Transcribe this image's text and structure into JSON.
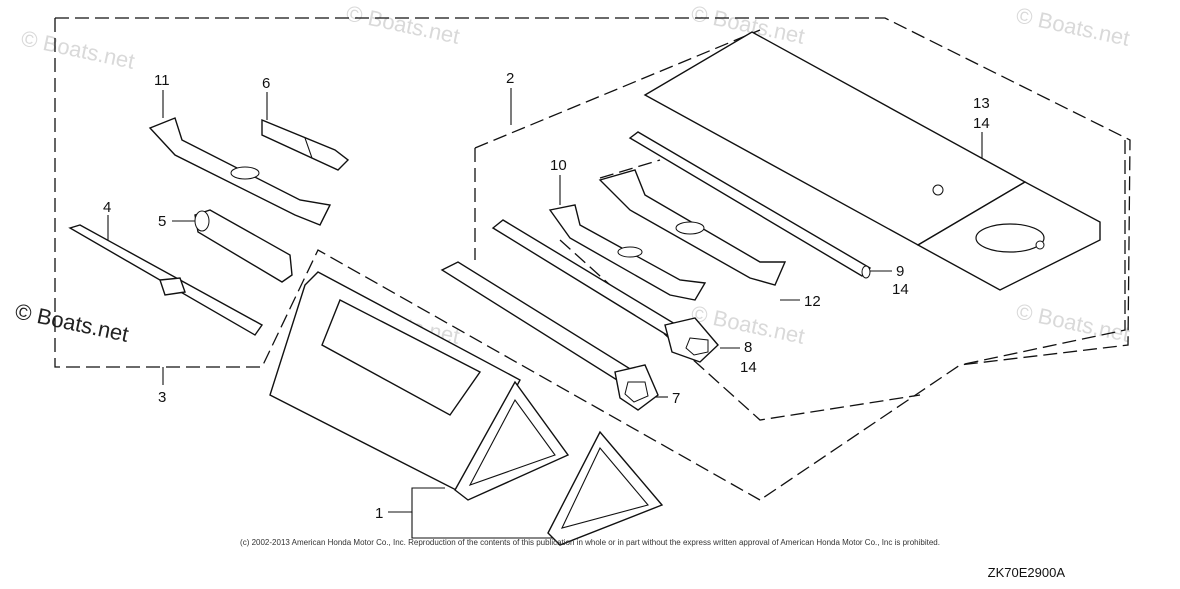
{
  "watermarks": [
    "© Boats.net",
    "© Boats.net",
    "© Boats.net",
    "© Boats.net",
    "© Boats.net",
    "© Boats.net",
    "© Boats.net"
  ],
  "callouts": {
    "c1": "1",
    "c2": "2",
    "c3": "3",
    "c4": "4",
    "c5": "5",
    "c6": "6",
    "c7": "7",
    "c8a": "8",
    "c8b": "14",
    "c9a": "9",
    "c9b": "14",
    "c10": "10",
    "c11": "11",
    "c12": "12",
    "c13a": "13",
    "c13b": "14"
  },
  "copyright": "(c) 2002-2013 American Honda Motor Co., Inc. Reproduction of the contents of this publication in whole or in part without the express written approval of American Honda Motor Co., Inc is prohibited.",
  "diagram_code": "ZK70E2900A"
}
